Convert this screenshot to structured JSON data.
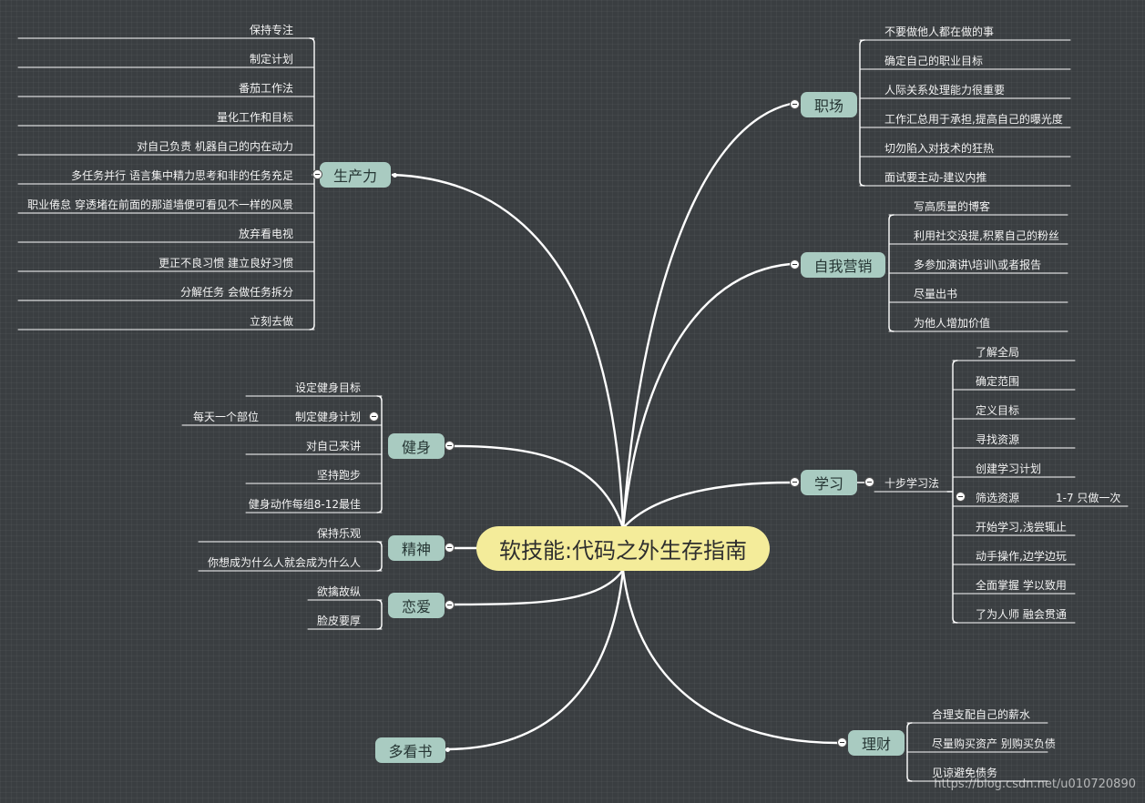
{
  "root": {
    "title": "软技能:代码之外生存指南"
  },
  "branches": {
    "productivity": {
      "label": "生产力",
      "items": [
        "保持专注",
        "制定计划",
        "番茄工作法",
        "量化工作和目标",
        "对自己负责 机器自己的内在动力",
        "多任务并行 语言集中精力思考和非的任务充足",
        "职业倦怠 穿透堵在前面的那道墙便可看见不一样的风景",
        "放弃看电视",
        "更正不良习惯 建立良好习惯",
        "分解任务 会做任务拆分",
        "立刻去做"
      ]
    },
    "workplace": {
      "label": "职场",
      "items": [
        "不要做他人都在做的事",
        "确定自己的职业目标",
        "人际关系处理能力很重要",
        "工作汇总用于承担,提高自己的曝光度",
        "切勿陷入对技术的狂热",
        "面试要主动-建议内推"
      ]
    },
    "marketing": {
      "label": "自我营销",
      "items": [
        "写高质量的博客",
        "利用社交没提,积累自己的粉丝",
        "多参加演讲\\培训\\或者报告",
        "尽量出书",
        "为他人增加价值"
      ]
    },
    "learning": {
      "label": "学习",
      "sub_label": "十步学习法",
      "items": [
        "了解全局",
        "确定范围",
        "定义目标",
        "寻找资源",
        "创建学习计划",
        "筛选资源",
        "开始学习,浅尝辄止",
        "动手操作,边学边玩",
        "全面掌握 学以致用",
        "了为人师 融会贯通"
      ],
      "detail": "1-7 只做一次"
    },
    "finance": {
      "label": "理财",
      "items": [
        "合理支配自己的薪水",
        "尽量购买资产 别购买负债",
        "见谅避免债务"
      ]
    },
    "fitness": {
      "label": "健身",
      "items": [
        "设定健身目标",
        "制定健身计划",
        "对自己来讲",
        "坚持跑步",
        "健身动作每组8-12最佳"
      ],
      "detail": "每天一个部位"
    },
    "spirit": {
      "label": "精神",
      "items": [
        "保持乐观",
        "你想成为什么人就会成为什么人"
      ]
    },
    "love": {
      "label": "恋爱",
      "items": [
        "欲擒故纵",
        "脸皮要厚"
      ]
    },
    "reading": {
      "label": "多看书"
    }
  },
  "watermark": "https://blog.csdn.net/u010720890",
  "colors": {
    "background": "#3a3e41",
    "root_fill": "#f4ec9a",
    "branch_fill": "#a9cbc1",
    "line": "#ffffff",
    "text": "#f3f3f3"
  }
}
